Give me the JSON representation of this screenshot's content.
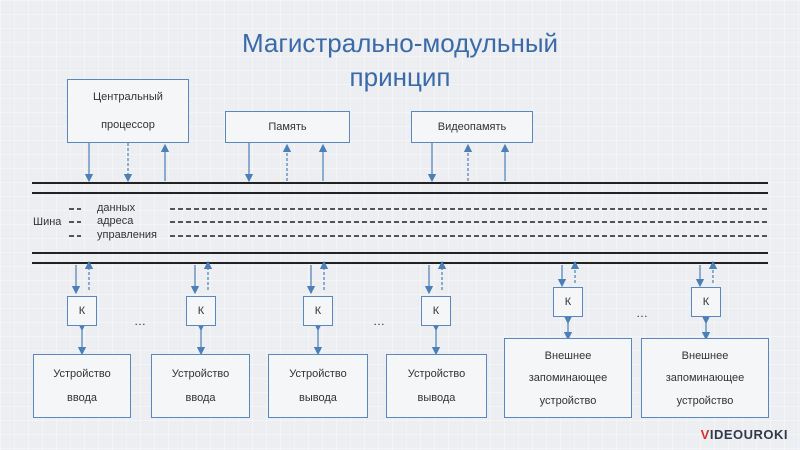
{
  "title": {
    "line1": "Магистрально-модульный",
    "line2": "принцип"
  },
  "top_modules": {
    "cpu": [
      "Центральный",
      "процессор"
    ],
    "memory": "Память",
    "video": "Видеопамять"
  },
  "bus": {
    "label": "Шина",
    "data": "данных",
    "address": "адреса",
    "control": "управления"
  },
  "controller_label": "К",
  "ellipsis": "…",
  "devices": [
    [
      "Устройство",
      "ввода"
    ],
    [
      "Устройство",
      "ввода"
    ],
    [
      "Устройство",
      "вывода"
    ],
    [
      "Устройство",
      "вывода"
    ],
    [
      "Внешнее",
      "запоминающее",
      "устройство"
    ],
    [
      "Внешнее",
      "запоминающее",
      "устройство"
    ]
  ],
  "logo": {
    "accent": "V",
    "rest": "IDEOUROKI"
  },
  "colors": {
    "title": "#3a6aa8",
    "border": "#5a88bd",
    "arrow": "#4a7fb8"
  }
}
